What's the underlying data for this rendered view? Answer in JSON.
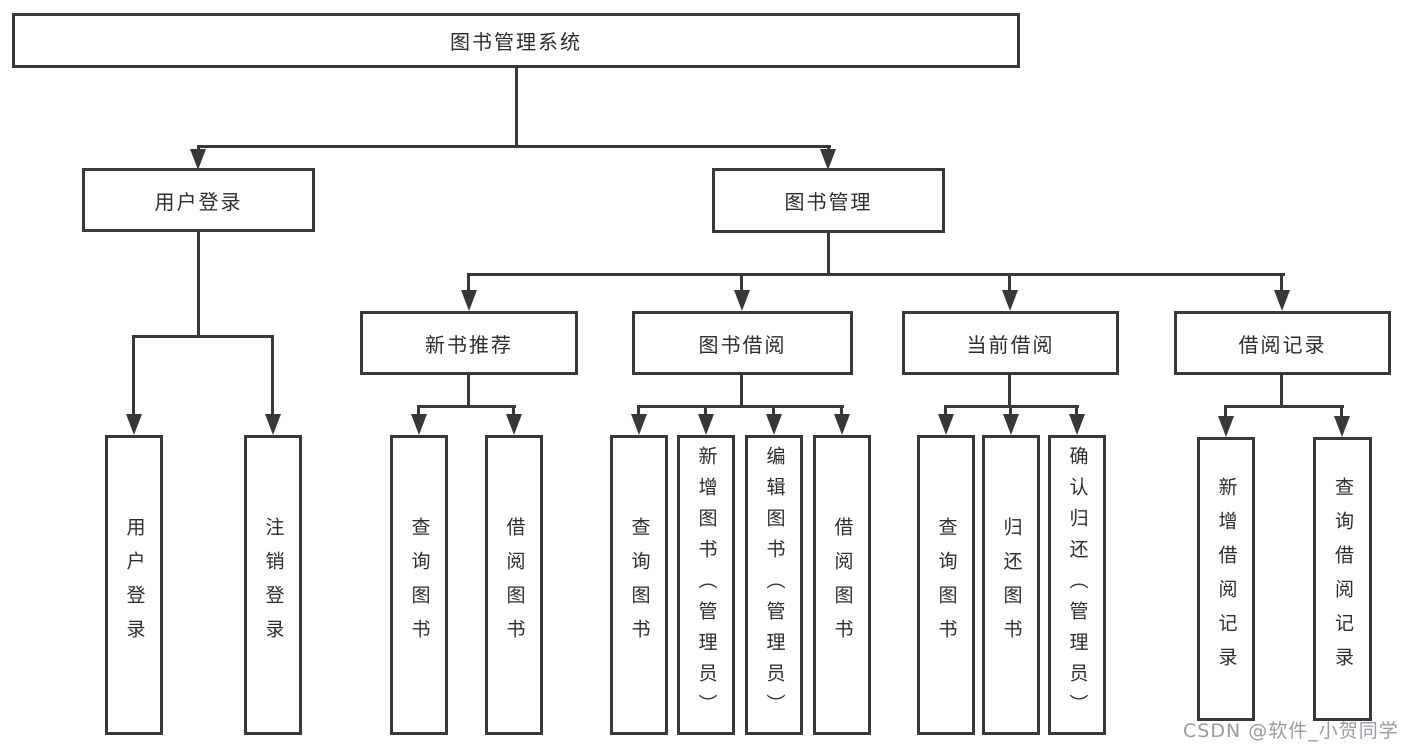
{
  "diagram": {
    "type": "tree",
    "root": "图书管理系统",
    "level2": [
      "用户登录",
      "图书管理"
    ],
    "level3": [
      "新书推荐",
      "图书借阅",
      "当前借阅",
      "借阅记录"
    ],
    "leaves": [
      "用户登录",
      "注销登录",
      "查询图书",
      "借阅图书",
      "查询图书",
      "新增图书（管理员）",
      "编辑图书（管理员）",
      "借阅图书",
      "查询图书",
      "归还图书",
      "确认归还（管理员）",
      "新增借阅记录",
      "查询借阅记录"
    ],
    "hierarchy": {
      "图书管理系统": {
        "用户登录": [
          "用户登录",
          "注销登录"
        ],
        "图书管理": {
          "新书推荐": [
            "查询图书",
            "借阅图书"
          ],
          "图书借阅": [
            "查询图书",
            "新增图书（管理员）",
            "编辑图书（管理员）",
            "借阅图书"
          ],
          "当前借阅": [
            "查询图书",
            "归还图书",
            "确认归还（管理员）"
          ],
          "借阅记录": [
            "新增借阅记录",
            "查询借阅记录"
          ]
        }
      }
    }
  },
  "watermark": "CSDN @软件_小贺同学",
  "colors": {
    "line": "#383838",
    "text": "#2D2D2D",
    "watermark_text": "#9A9AA2",
    "background": "#FFFFFF"
  }
}
